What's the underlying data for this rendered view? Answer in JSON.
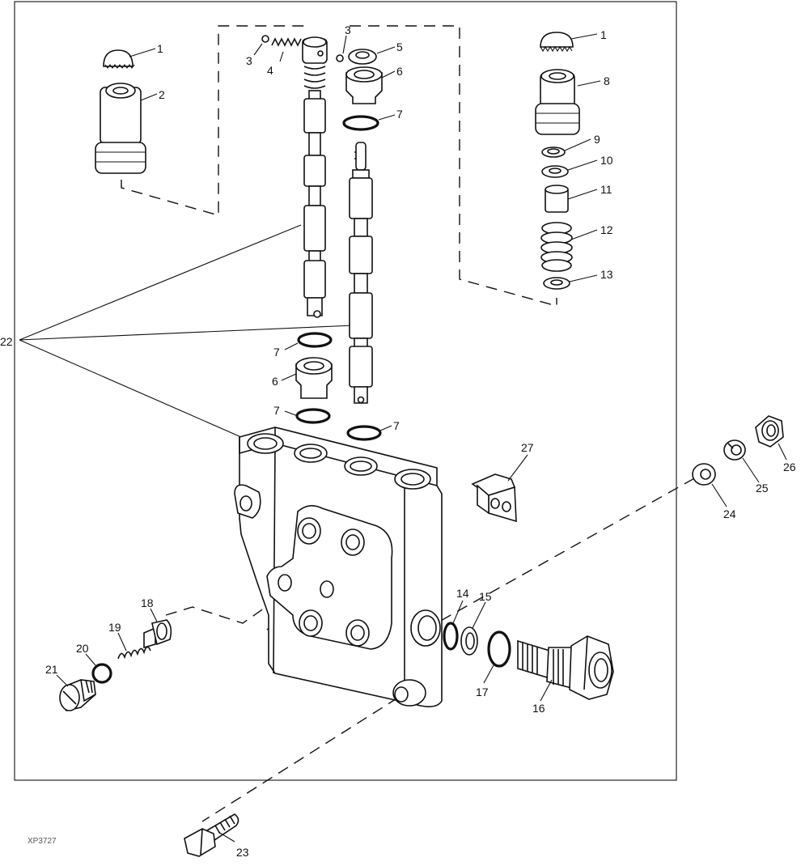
{
  "callouts": [
    {
      "id": "c1a",
      "text": "1"
    },
    {
      "id": "c1b",
      "text": "1"
    },
    {
      "id": "c2",
      "text": "2"
    },
    {
      "id": "c3a",
      "text": "3"
    },
    {
      "id": "c3b",
      "text": "3"
    },
    {
      "id": "c4",
      "text": "4"
    },
    {
      "id": "c5",
      "text": "5"
    },
    {
      "id": "c6a",
      "text": "6"
    },
    {
      "id": "c6b",
      "text": "6"
    },
    {
      "id": "c7a",
      "text": "7"
    },
    {
      "id": "c7b",
      "text": "7"
    },
    {
      "id": "c7c",
      "text": "7"
    },
    {
      "id": "c7d",
      "text": "7"
    },
    {
      "id": "c8",
      "text": "8"
    },
    {
      "id": "c9",
      "text": "9"
    },
    {
      "id": "c10",
      "text": "10"
    },
    {
      "id": "c11",
      "text": "11"
    },
    {
      "id": "c12",
      "text": "12"
    },
    {
      "id": "c13",
      "text": "13"
    },
    {
      "id": "c14",
      "text": "14"
    },
    {
      "id": "c15",
      "text": "15"
    },
    {
      "id": "c16",
      "text": "16"
    },
    {
      "id": "c17",
      "text": "17"
    },
    {
      "id": "c18",
      "text": "18"
    },
    {
      "id": "c19",
      "text": "19"
    },
    {
      "id": "c20",
      "text": "20"
    },
    {
      "id": "c21",
      "text": "21"
    },
    {
      "id": "c22",
      "text": "22"
    },
    {
      "id": "c23",
      "text": "23"
    },
    {
      "id": "c24",
      "text": "24"
    },
    {
      "id": "c25",
      "text": "25"
    },
    {
      "id": "c26",
      "text": "26"
    },
    {
      "id": "c27",
      "text": "27"
    }
  ],
  "source_code": "XP3727"
}
